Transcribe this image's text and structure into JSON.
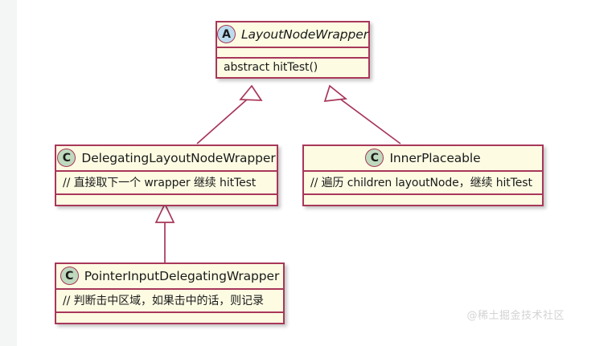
{
  "diagram": {
    "type": "uml-class-diagram",
    "background_color": "#ffffff",
    "gutter_color": "#f4f5f5",
    "box_fill": "#fdfce3",
    "box_border": "#a8375a",
    "abstract_badge_fill": "#bcdcee",
    "class_badge_fill": "#bed9bd",
    "classes": [
      {
        "id": "layoutnodewrapper",
        "stereotype_letter": "A",
        "stereotype_kind": "abstract",
        "name": "LayoutNodeWrapper",
        "members": [
          "abstract hitTest()"
        ]
      },
      {
        "id": "delegating",
        "stereotype_letter": "C",
        "stereotype_kind": "class",
        "name": "DelegatingLayoutNodeWrapper",
        "members": [
          "// 直接取下一个 wrapper 继续 hitTest"
        ]
      },
      {
        "id": "innerplaceable",
        "stereotype_letter": "C",
        "stereotype_kind": "class",
        "name": "InnerPlaceable",
        "members": [
          "// 遍历 children layoutNode，继续 hitTest"
        ]
      },
      {
        "id": "pointerinput",
        "stereotype_letter": "C",
        "stereotype_kind": "class",
        "name": "PointerInputDelegatingWrapper",
        "members": [
          "// 判断击中区域，如果击中的话，则记录"
        ]
      }
    ],
    "relations": [
      {
        "from": "delegating",
        "to": "layoutnodewrapper",
        "kind": "inheritance"
      },
      {
        "from": "innerplaceable",
        "to": "layoutnodewrapper",
        "kind": "inheritance"
      },
      {
        "from": "pointerinput",
        "to": "delegating",
        "kind": "inheritance"
      }
    ],
    "watermark": "@稀土掘金技术社区"
  }
}
